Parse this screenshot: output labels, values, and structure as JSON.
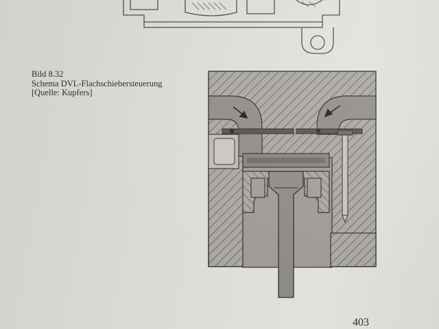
{
  "caption": {
    "figure_number": "Bild 8.32",
    "title": "Schema DVL-Flachschiebersteuerung",
    "source": "[Quelle: Kupfers]"
  },
  "page_number": "403",
  "colors": {
    "paper": "#dcdcd7",
    "ink": "#2c2c2a",
    "section_fill": "#a6a29d",
    "channel_fill": "#8f8b86",
    "hatch": "#3a3a38"
  },
  "figures": [
    {
      "name": "engine-assembly-drawing-partial",
      "content": "partial technical drawing of an engine assembly (top edge)"
    },
    {
      "name": "flat-slide-valve-section-diagram",
      "content": "cross-section of DVL flat slide valve control with two curved ports, flat slide, piston and vertical rod"
    }
  ]
}
